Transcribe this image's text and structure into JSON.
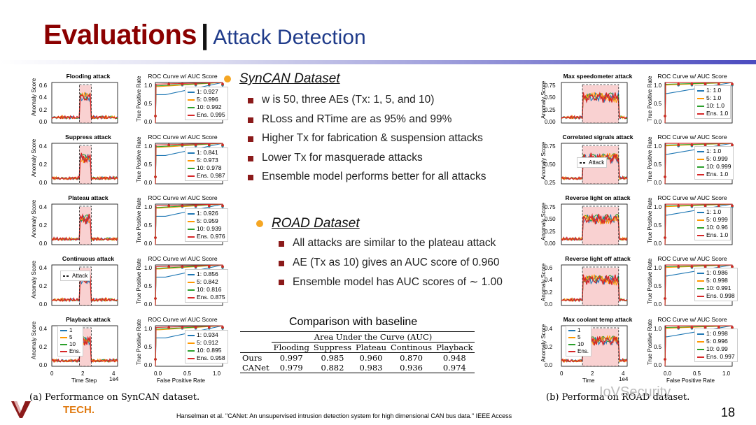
{
  "title": {
    "bold": "Evaluations",
    "separator": "|",
    "sub": "Attack Detection"
  },
  "left_plots": [
    {
      "title": "Flooding attack",
      "roc_title": "ROC Curve w/ AUC Score",
      "legend": [
        "1: 0.927",
        "5: 0.996",
        "10: 0.992",
        "Ens. 0.995"
      ],
      "yticks": [
        "0.6",
        "0.4",
        "0.2",
        "0.0"
      ]
    },
    {
      "title": "Suppress attack",
      "roc_title": "ROC Curve w/ AUC Score",
      "legend": [
        "1: 0.841",
        "5: 0.973",
        "10: 0.978",
        "Ens. 0.987"
      ],
      "yticks": [
        "0.4",
        "0.2",
        "0.0"
      ]
    },
    {
      "title": "Plateau attack",
      "roc_title": "ROC Curve w/ AUC Score",
      "legend": [
        "1: 0.926",
        "5: 0.959",
        "10: 0.939",
        "Ens. 0.976"
      ],
      "yticks": [
        "0.4",
        "0.2",
        "0.0"
      ]
    },
    {
      "title": "Continuous attack",
      "roc_title": "ROC Curve w/ AUC Score",
      "legend": [
        "1: 0.856",
        "5: 0.842",
        "10: 0.816",
        "Ens. 0.875"
      ],
      "yticks": [
        "0.4",
        "0.2",
        "0.0"
      ],
      "inner_legend": "Attack"
    },
    {
      "title": "Playback attack",
      "roc_title": "ROC Curve w/ AUC Score",
      "legend": [
        "1: 0.934",
        "5: 0.912",
        "10: 0.895",
        "Ens. 0.958"
      ],
      "yticks": [
        "0.4",
        "0.2",
        "0.0"
      ],
      "inner_legend_lines": [
        "1",
        "5",
        "10",
        "Ens."
      ]
    }
  ],
  "right_plots": [
    {
      "title": "Max speedometer attack",
      "roc_title": "ROC Curve w/ AUC Score",
      "legend": [
        "1: 1.0",
        "5: 1.0",
        "10: 1.0",
        "Ens. 1.0"
      ],
      "yticks": [
        "0.75",
        "0.50",
        "0.25",
        "0.00"
      ]
    },
    {
      "title": "Correlated signals attack",
      "roc_title": "ROC Curve w/ AUC Score",
      "legend": [
        "1: 1.0",
        "5: 0.999",
        "10: 0.999",
        "Ens. 1.0"
      ],
      "yticks": [
        "0.75",
        "0.50",
        "0.25"
      ],
      "inner_legend": "Attack"
    },
    {
      "title": "Reverse light on attack",
      "roc_title": "ROC Curve w/ AUC Score",
      "legend": [
        "1: 1.0",
        "5: 0.999",
        "10: 0.96",
        "Ens. 1.0"
      ],
      "yticks": [
        "0.75",
        "0.50",
        "0.25",
        "0.00"
      ]
    },
    {
      "title": "Reverse light off attack",
      "roc_title": "ROC Curve w/ AUC Score",
      "legend": [
        "1: 0.986",
        "5: 0.998",
        "10: 0.991",
        "Ens. 0.998"
      ],
      "yticks": [
        "0.6",
        "0.4",
        "0.2",
        "0.0"
      ]
    },
    {
      "title": "Max coolant temp attack",
      "roc_title": "ROC Curve w/ AUC Score",
      "legend": [
        "1: 0.998",
        "5: 0.996",
        "10: 0.99",
        "Ens. 0.997"
      ],
      "yticks": [
        "0.4",
        "0.2",
        "0.0"
      ],
      "inner_legend_lines": [
        "1",
        "5",
        "10",
        "Ens."
      ]
    }
  ],
  "axis": {
    "anomaly": "Anomaly Score",
    "tpr": "True Positive Rate",
    "fpr": "False Positive Rate",
    "time_step": "Time Step",
    "time": "Time",
    "exp": "1e4",
    "xticks_time": [
      "0",
      "2",
      "4"
    ],
    "xticks_roc": [
      "0.0",
      "0.5",
      "1.0"
    ],
    "roc_yticks": [
      "1.0",
      "0.5",
      "0.0"
    ]
  },
  "syncan": {
    "heading": "SynCAN Dataset",
    "items": [
      "w is 50, three AEs (Tx: 1, 5, and 10)",
      "RLoss and RTime are as 95% and 99%",
      "Higher Tx  for  fabrication & suspension attacks",
      "Lower Tx  for  masquerade attacks",
      "Ensemble model performs better for all attacks"
    ]
  },
  "road": {
    "heading": "ROAD Dataset",
    "items": [
      "All attacks are similar to the plateau attack",
      "AE (Tx as 10)  gives an AUC score of 0.960",
      "Ensemble model has AUC scores of ∼ 1.00"
    ]
  },
  "comparison": {
    "title": "Comparison with baseline",
    "group_header": "Area Under the Curve (AUC)",
    "columns": [
      "",
      "Flooding",
      "Suppress",
      "Plateau",
      "Continous",
      "Playback"
    ],
    "rows": [
      [
        "Ours",
        "0.997",
        "0.985",
        "0.960",
        "0.870",
        "0.948"
      ],
      [
        "CANet",
        "0.979",
        "0.882",
        "0.983",
        "0.936",
        "0.974"
      ]
    ]
  },
  "captions": {
    "left": "(a) Performance on SynCAN dataset.",
    "right": "(b) Performa    on ROAD dataset."
  },
  "footer": "Hanselman et al. \"CANet: An unsupervised intrusion detection system for high dimensional CAN bus data.\" IEEE Access",
  "page_number": "18",
  "logo_text": "TECH.",
  "watermark": "IoVSecurity",
  "colors": {
    "title_red": "#8b0000",
    "title_blue": "#1f3b8a",
    "bullet_orange": "#f5a623",
    "bullet_square": "#8b1a1a",
    "s1": "#1f77b4",
    "s5": "#ff9800",
    "s10": "#2ca02c",
    "ens": "#d62728"
  }
}
